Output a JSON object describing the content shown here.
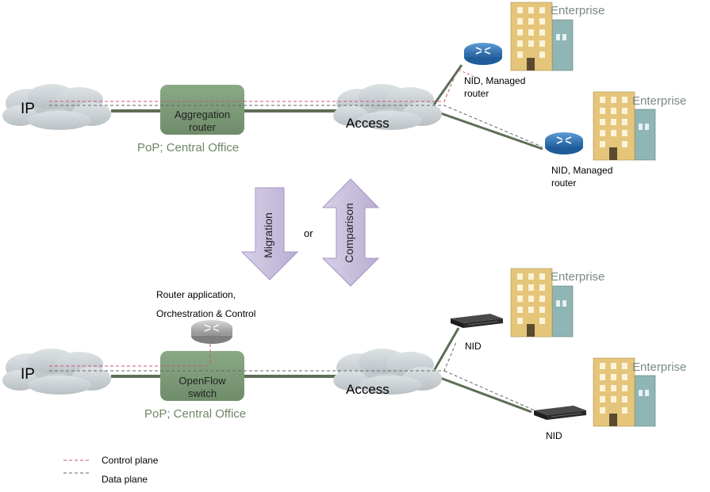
{
  "top": {
    "ip_label": "IP",
    "box_label_line1": "Aggregation",
    "box_label_line2": "router",
    "pop_label": "PoP; Central Office",
    "access_label": "Access",
    "enterprise1": "Enterprise",
    "enterprise2": "Enterprise",
    "nid1_line1": "NID, Managed",
    "nid1_line2": "router",
    "nid2_line1": "NID, Managed",
    "nid2_line2": "router"
  },
  "middle": {
    "migration_label": "Migration",
    "or_label": "or",
    "comparison_label": "Comparison"
  },
  "bottom": {
    "router_app_line1": "Router application,",
    "router_app_line2": "Orchestration & Control",
    "ip_label": "IP",
    "box_label_line1": "OpenFlow",
    "box_label_line2": "switch",
    "pop_label": "PoP; Central Office",
    "access_label": "Access",
    "enterprise1": "Enterprise",
    "enterprise2": "Enterprise",
    "nid1_label": "NID",
    "nid2_label": "NID"
  },
  "legend": {
    "control_plane": "Control plane",
    "data_plane": "Data plane"
  },
  "colors": {
    "cloud": "#c9cfd2",
    "box": "#7d9b78",
    "link": "#5d6e56",
    "control_line": "#c0587a",
    "data_line": "#666666",
    "arrow_fill": "#cbc2dd",
    "building": "#e5c57a",
    "building_side": "#8fb5b4",
    "router": "#2f6fb0"
  }
}
